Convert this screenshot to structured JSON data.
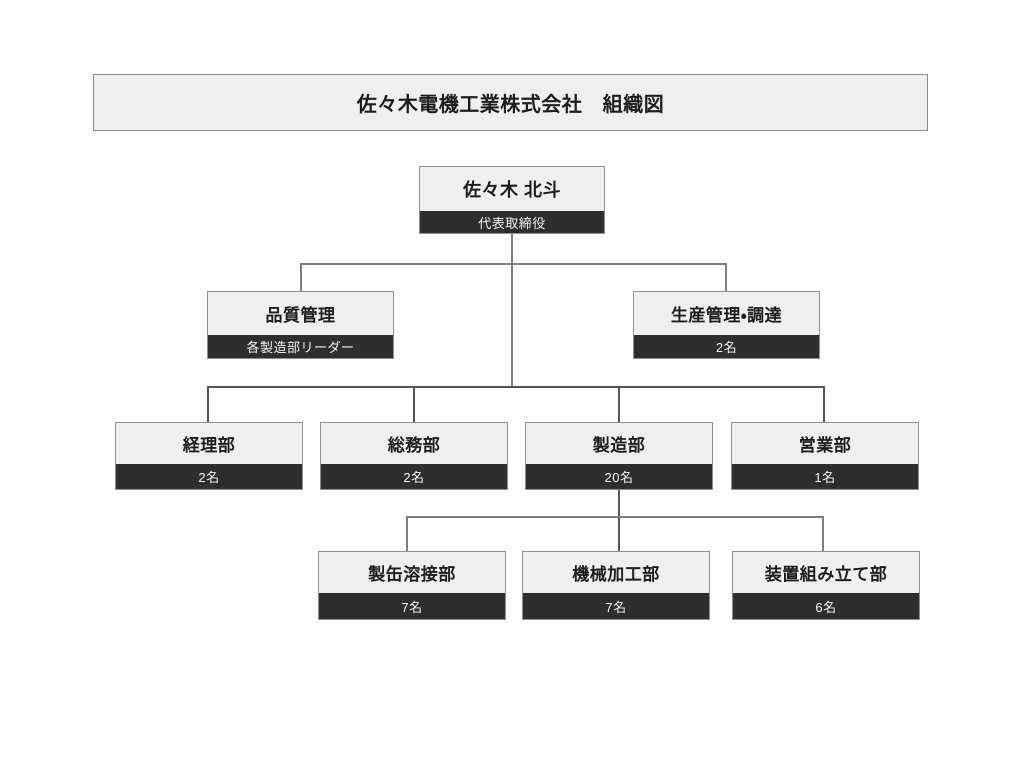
{
  "document": {
    "title_banner": "佐々木電機工業株式会社　組織図"
  },
  "org_chart": {
    "root": {
      "name": "ceo",
      "title": "佐々木 北斗",
      "meta": "代表取締役"
    },
    "level2": [
      {
        "name": "quality-control",
        "title": "品質管理",
        "meta": "各製造部リーダー"
      },
      {
        "name": "production-management-procurement",
        "title": "生産管理・調達",
        "meta": "2名"
      }
    ],
    "level3": [
      {
        "name": "accounting",
        "title": "経理部",
        "meta": "2名"
      },
      {
        "name": "general-affairs",
        "title": "総務部",
        "meta": "2名"
      },
      {
        "name": "manufacturing",
        "title": "製造部",
        "meta": "20名"
      },
      {
        "name": "sales",
        "title": "営業部",
        "meta": "1名"
      }
    ],
    "level4": [
      {
        "name": "fabrication-welding",
        "title": "製缶溶接部",
        "meta": "7名"
      },
      {
        "name": "machining",
        "title": "機械加工部",
        "meta": "7名"
      },
      {
        "name": "equipment-assembly",
        "title": "装置組み立て部",
        "meta": "6名"
      }
    ]
  },
  "colors": {
    "box_header_bg": "#efefef",
    "box_meta_bg": "#2e2e2e",
    "box_border": "#8f8f8f",
    "connector": "#7d7d7d",
    "page_bg": "#ffffff",
    "text_dark": "#1d1d1d",
    "text_light": "#f2f2f2"
  }
}
